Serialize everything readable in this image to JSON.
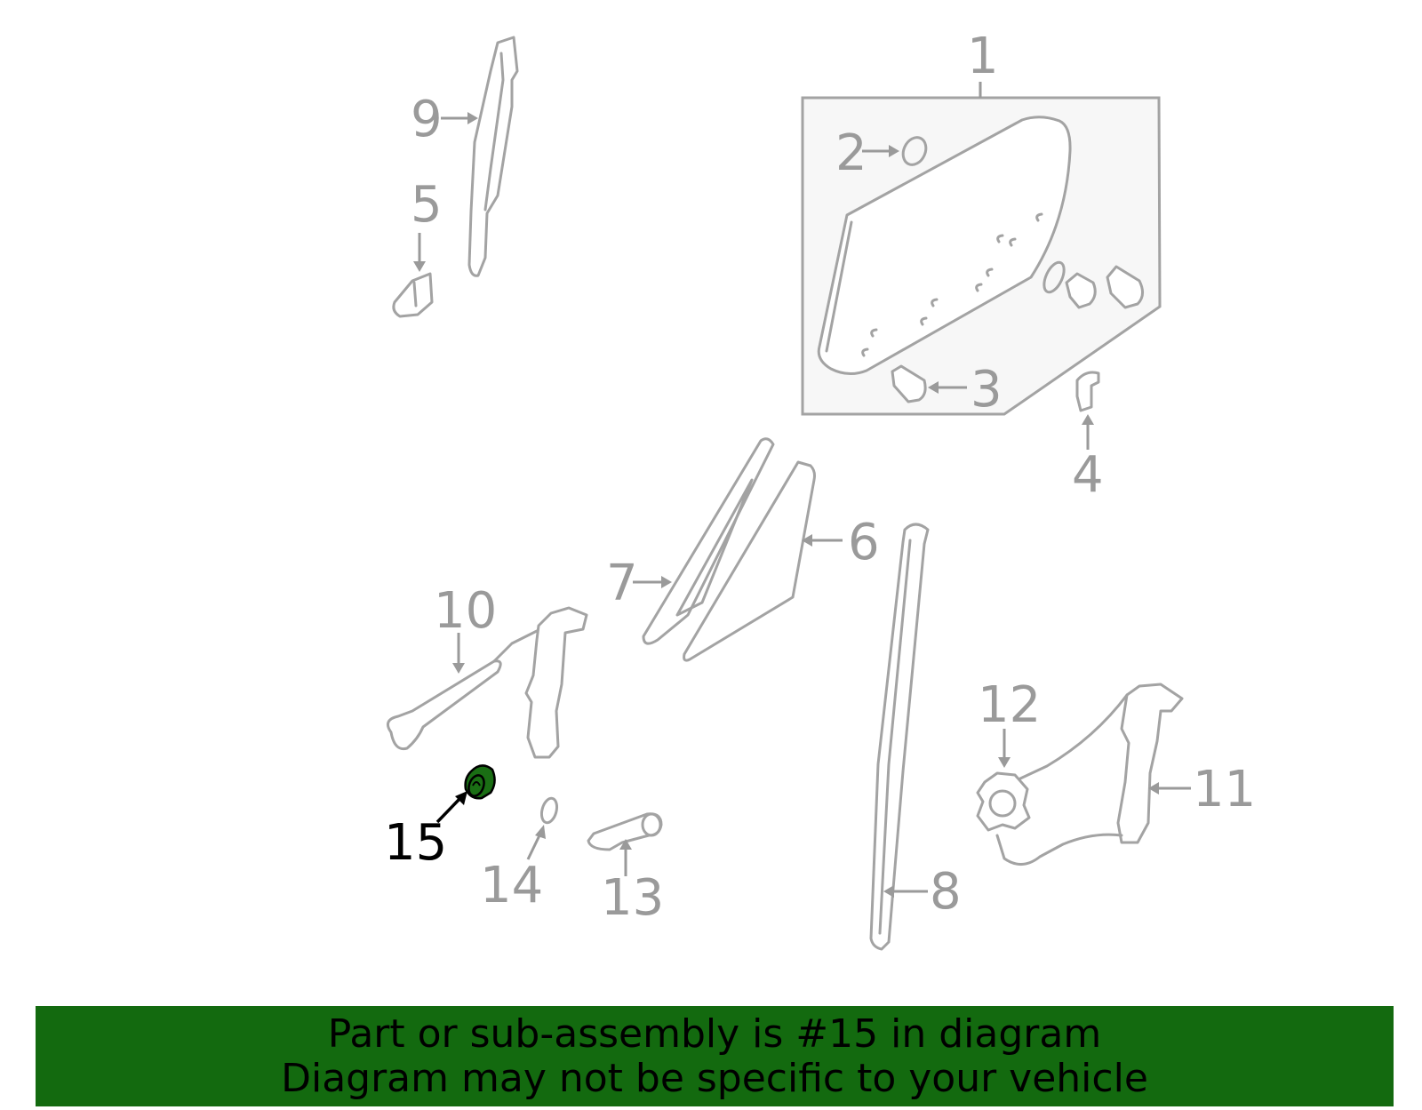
{
  "callouts": {
    "c1": "1",
    "c2": "2",
    "c3": "3",
    "c4": "4",
    "c5": "5",
    "c6": "6",
    "c7": "7",
    "c8": "8",
    "c9": "9",
    "c10": "10",
    "c11": "11",
    "c12": "12",
    "c13": "13",
    "c14": "14",
    "c15": "15"
  },
  "highlighted_part": "15",
  "colors": {
    "banner": "#136a0f",
    "highlight": "#1a6e14",
    "line": "#a3a3a3",
    "callout_text": "#9a9a9a",
    "active_callout_text": "#000000"
  },
  "banner": {
    "line1": "Part or sub-assembly is #15 in diagram",
    "line2": "Diagram may not be specific to your vehicle"
  }
}
